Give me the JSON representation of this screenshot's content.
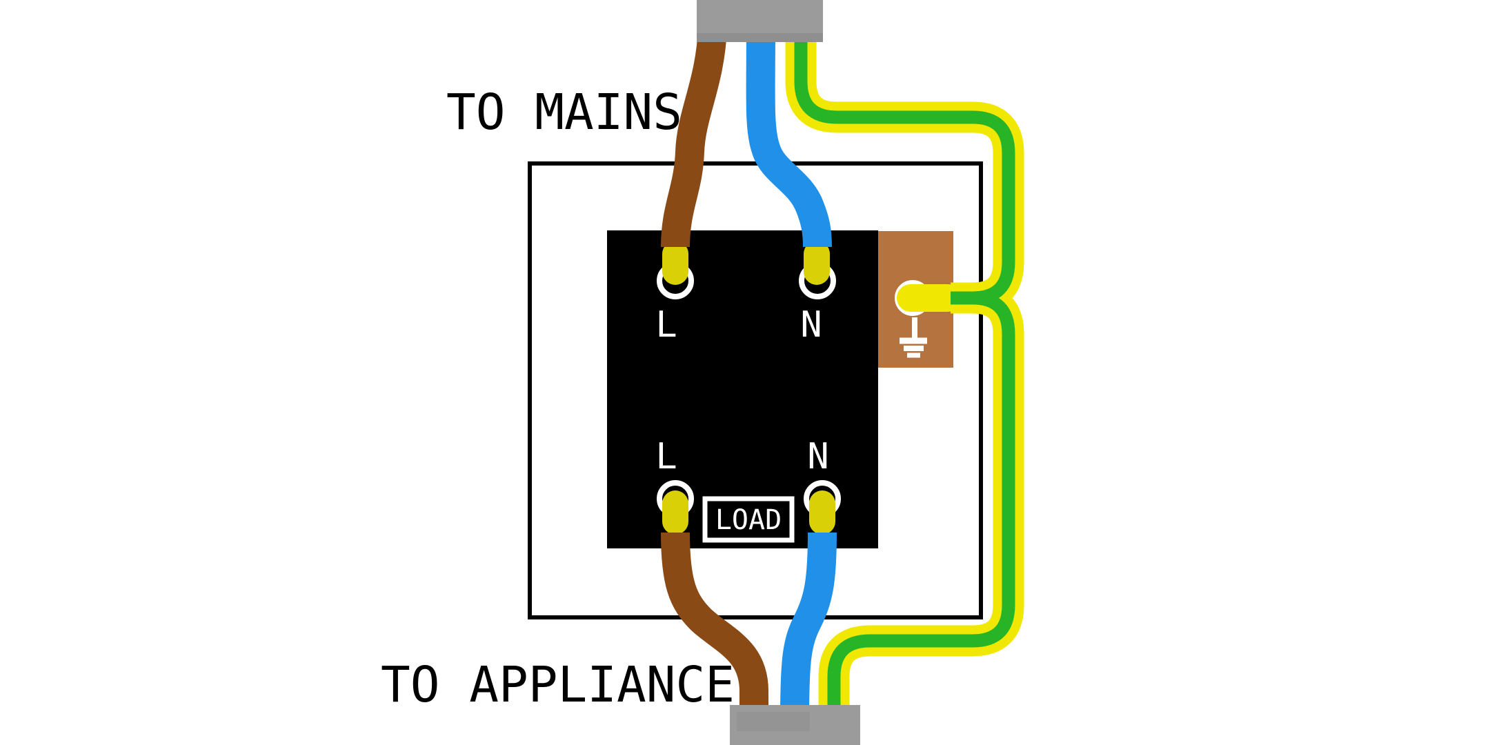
{
  "diagram": {
    "captions": {
      "top": "TO MAINS",
      "bottom": "TO APPLIANCE"
    },
    "device": {
      "top_live_label": "L",
      "top_neutral_label": "N",
      "bottom_live_label": "L",
      "bottom_neutral_label": "N",
      "load_label": "LOAD"
    },
    "icons": {
      "earth_symbol": "earth-ground-icon"
    },
    "colors": {
      "background": "#ffffff",
      "caption_text": "#000000",
      "backbox_fill": "#ffffff",
      "backbox_border": "#000000",
      "device_body": "#000000",
      "terminal_ring": "#ffffff",
      "terminal_label": "#ffffff",
      "live_wire": "#8a4a15",
      "neutral_wire": "#2090e8",
      "earth_yellow": "#f0e802",
      "earth_green": "#27b427",
      "wire_tip": "#d9d007",
      "sheath": "#9b9b9b",
      "sheath_shade": "#8f8f8f",
      "earth_block": "#b5733f"
    }
  }
}
